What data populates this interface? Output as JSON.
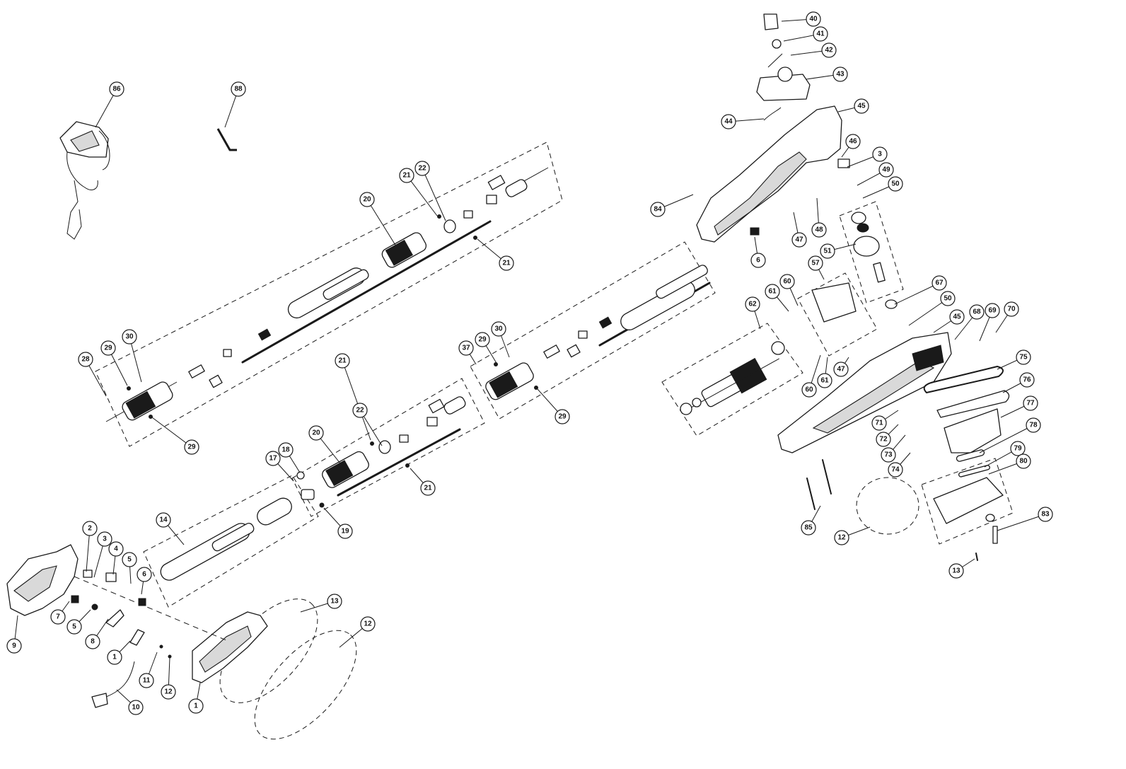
{
  "diagram": {
    "callouts": [
      {
        "label": "86"
      },
      {
        "label": "88"
      },
      {
        "label": "40"
      },
      {
        "label": "41"
      },
      {
        "label": "42"
      },
      {
        "label": "43"
      },
      {
        "label": "44"
      },
      {
        "label": "45"
      },
      {
        "label": "46"
      },
      {
        "label": "3"
      },
      {
        "label": "49"
      },
      {
        "label": "50"
      },
      {
        "label": "84"
      },
      {
        "label": "47"
      },
      {
        "label": "48"
      },
      {
        "label": "6"
      },
      {
        "label": "51"
      },
      {
        "label": "22"
      },
      {
        "label": "21"
      },
      {
        "label": "20"
      },
      {
        "label": "21"
      },
      {
        "label": "28"
      },
      {
        "label": "29"
      },
      {
        "label": "30"
      },
      {
        "label": "29"
      },
      {
        "label": "57"
      },
      {
        "label": "61"
      },
      {
        "label": "60"
      },
      {
        "label": "62"
      },
      {
        "label": "67"
      },
      {
        "label": "50"
      },
      {
        "label": "45"
      },
      {
        "label": "68"
      },
      {
        "label": "69"
      },
      {
        "label": "70"
      },
      {
        "label": "37"
      },
      {
        "label": "29"
      },
      {
        "label": "30"
      },
      {
        "label": "29"
      },
      {
        "label": "47"
      },
      {
        "label": "60"
      },
      {
        "label": "61"
      },
      {
        "label": "75"
      },
      {
        "label": "76"
      },
      {
        "label": "77"
      },
      {
        "label": "78"
      },
      {
        "label": "79"
      },
      {
        "label": "80"
      },
      {
        "label": "71"
      },
      {
        "label": "72"
      },
      {
        "label": "73"
      },
      {
        "label": "74"
      },
      {
        "label": "21"
      },
      {
        "label": "22"
      },
      {
        "label": "20"
      },
      {
        "label": "21"
      },
      {
        "label": "18"
      },
      {
        "label": "17"
      },
      {
        "label": "19"
      },
      {
        "label": "14"
      },
      {
        "label": "2"
      },
      {
        "label": "3"
      },
      {
        "label": "4"
      },
      {
        "label": "5"
      },
      {
        "label": "6"
      },
      {
        "label": "7"
      },
      {
        "label": "5"
      },
      {
        "label": "8"
      },
      {
        "label": "1"
      },
      {
        "label": "9"
      },
      {
        "label": "11"
      },
      {
        "label": "12"
      },
      {
        "label": "10"
      },
      {
        "label": "1"
      },
      {
        "label": "13"
      },
      {
        "label": "12"
      },
      {
        "label": "85"
      },
      {
        "label": "12"
      },
      {
        "label": "83"
      },
      {
        "label": "13"
      }
    ]
  }
}
